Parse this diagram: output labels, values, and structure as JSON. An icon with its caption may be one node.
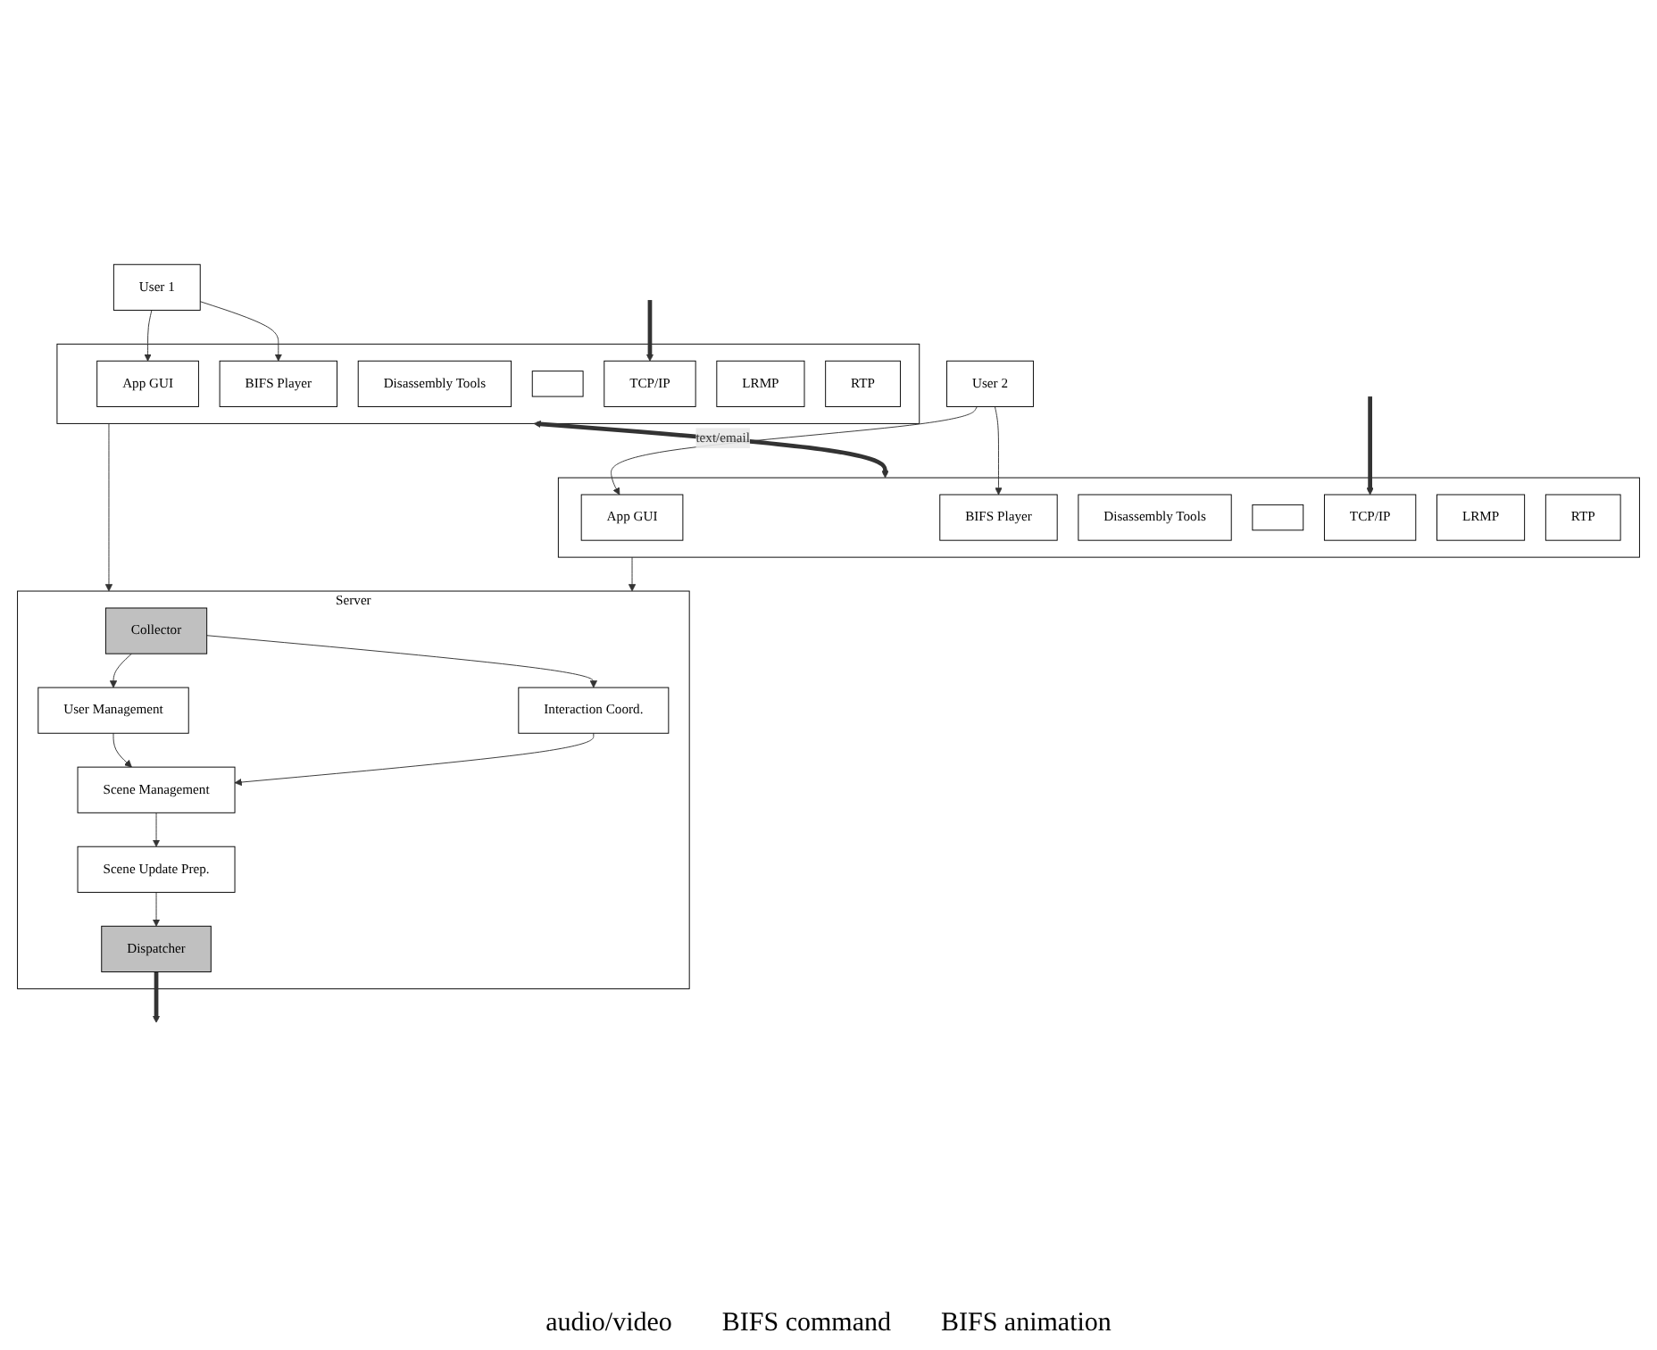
{
  "diagram": {
    "nodes": [
      {
        "text": [
          "User 1"
        ]
      },
      {
        "text": [],
        "shape": "box"
      },
      {
        "text": [
          "App GUI"
        ],
        "in": 1
      },
      {
        "text": [
          "BIFS Player"
        ],
        "in": 1
      },
      {
        "text": [
          "Disassembly Tools"
        ],
        "in": 1
      },
      {
        "text": [],
        "shape": "box",
        "in": 1
      },
      {
        "text": [
          "TCP/IP"
        ],
        "in": 1
      },
      {
        "text": [
          "LRMP"
        ],
        "in": 1
      },
      {
        "text": [
          "RTP"
        ],
        "in": 1
      },
      {
        "text": [
          "User 2"
        ]
      },
      {
        "text": [],
        "shape": "box"
      },
      {
        "text": [
          "App GUI"
        ],
        "in": 10
      },
      {
        "text": [
          "BIFS Player"
        ],
        "in": 10
      },
      {
        "text": [
          "Disassembly Tools"
        ],
        "in": 10
      },
      {
        "text": [],
        "shape": "box",
        "in": 10
      },
      {
        "text": [
          "TCP/IP"
        ],
        "in": 10
      },
      {
        "text": [
          "LRMP"
        ],
        "in": 10
      },
      {
        "text": [
          "RTP"
        ],
        "in": 10
      },
      {
        "text": [
          "Server"
        ]
      },
      {
        "text": [
          "Collector"
        ],
        "in": 18
      },
      {
        "text": [
          "User Management"
        ],
        "in": 18
      },
      {
        "text": [
          "Interaction Coord."
        ],
        "in": 18
      },
      {
        "text": [
          "Scene Management"
        ],
        "in": 18
      },
      {
        "text": [
          "Scene Update Prep."
        ],
        "in": 18
      },
      {
        "text": [
          "Dispatcher"
        ],
        "in": 18
      }
    ],
    "edges": [
      {
        "from": 0,
        "to": 2,
        "arrow": "to"
      },
      {
        "from": 0,
        "to": 3,
        "arrow": "to"
      },
      {
        "from": 9,
        "to": 11,
        "arrow": "to"
      },
      {
        "from": 9,
        "to": 12,
        "arrow": "to"
      },
      {
        "from": 1,
        "to": 10,
        "arrow": "both",
        "label": "text/email",
        "style": "thick"
      },
      {
        "from": null,
        "to": 6,
        "arrow": "to",
        "style": "thick"
      },
      {
        "from": null,
        "to": 15,
        "arrow": "to",
        "style": "thick"
      },
      {
        "from": 1,
        "to": 18,
        "arrow": "to"
      },
      {
        "from": 10,
        "to": 18,
        "arrow": "to"
      },
      {
        "from": 19,
        "to": 20,
        "arrow": "to"
      },
      {
        "from": 19,
        "to": 21,
        "arrow": "to"
      },
      {
        "from": 20,
        "to": 22,
        "arrow": "to"
      },
      {
        "from": 21,
        "to": 22,
        "arrow": "to"
      },
      {
        "from": 22,
        "to": 23,
        "arrow": "to"
      },
      {
        "from": 23,
        "to": 24,
        "arrow": "to"
      },
      {
        "from": 24,
        "to": null,
        "arrow": "to",
        "style": "thick"
      }
    ],
    "labels": [
      "audio/video",
      "BIFS command",
      "BIFS animation"
    ]
  }
}
